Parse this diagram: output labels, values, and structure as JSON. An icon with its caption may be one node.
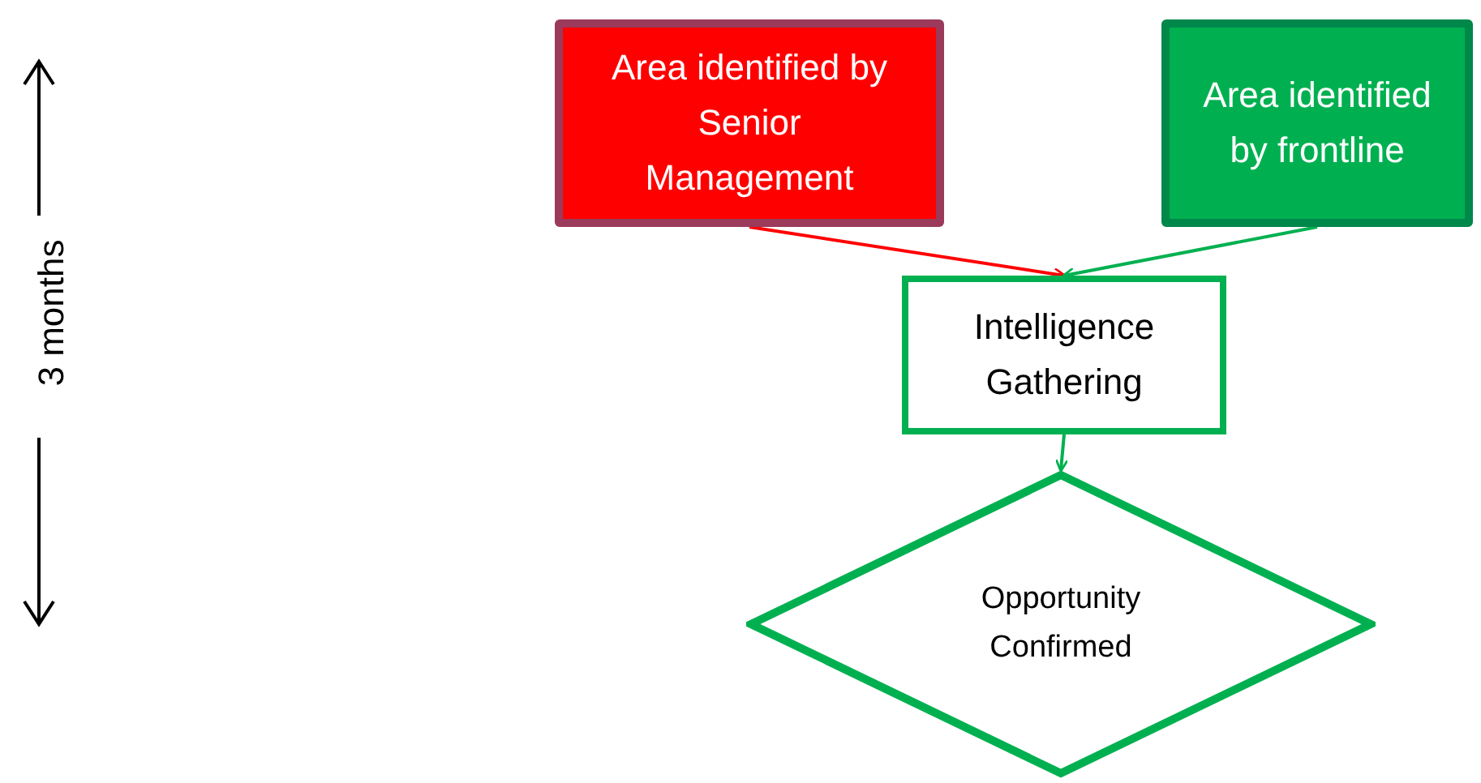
{
  "diagram": {
    "nodes": [
      {
        "text": [
          "Area identified by Senior Management"
        ]
      },
      {
        "text": [
          "Area identified by frontline"
        ]
      },
      {
        "text": [
          "Intelligence Gathering"
        ]
      },
      {
        "text": [
          "Opportunity Confirmed"
        ]
      }
    ],
    "edges": [
      {
        "from": 0,
        "to": 2,
        "arrow": "to",
        "color": "#ff0000"
      },
      {
        "from": 1,
        "to": 2,
        "arrow": "to"
      },
      {
        "from": 2,
        "to": 3,
        "arrow": "to"
      }
    ],
    "labels": [
      "3 months"
    ]
  }
}
